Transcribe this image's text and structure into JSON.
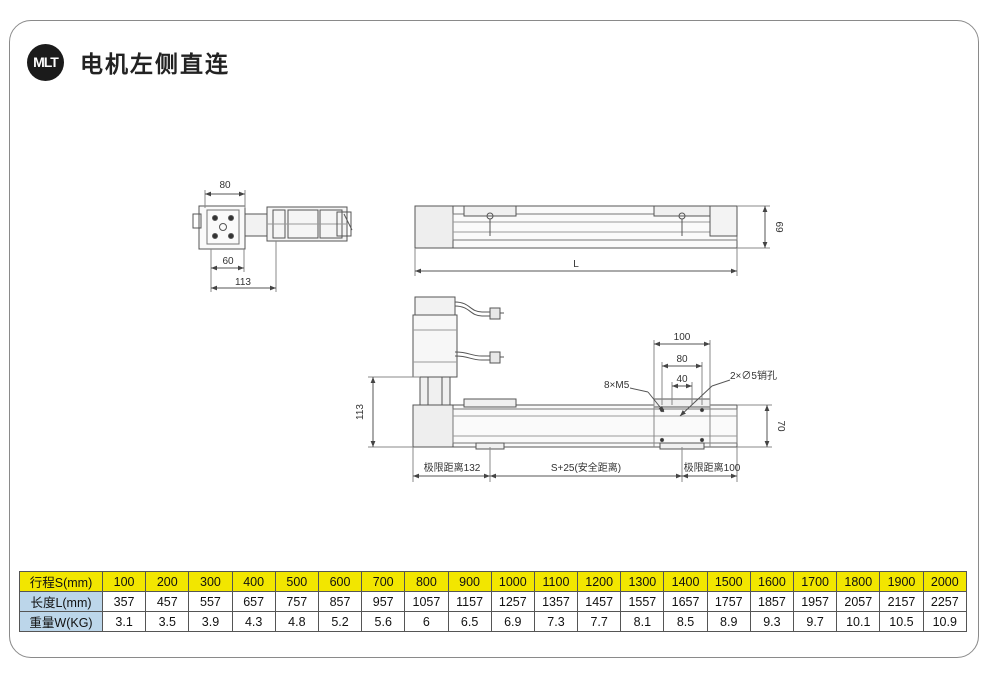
{
  "header": {
    "logo": "MLT",
    "title": "电机左侧直连"
  },
  "dims": {
    "d80_top": "80",
    "d60": "60",
    "d113_bottom": "113",
    "d69": "69",
    "dL": "L",
    "d100": "100",
    "d80_right": "80",
    "d40": "40",
    "holes_pin": "2×∅5销孔",
    "holes_m5": "8×M5",
    "d113_left": "113",
    "d70": "70",
    "limit_left": "极限距离132",
    "stroke_safe": "S+25(安全距离)",
    "limit_right": "极限距离100"
  },
  "table": {
    "headers": [
      "行程S(mm)",
      "长度L(mm)",
      "重量W(KG)"
    ],
    "stroke": [
      "100",
      "200",
      "300",
      "400",
      "500",
      "600",
      "700",
      "800",
      "900",
      "1000",
      "1100",
      "1200",
      "1300",
      "1400",
      "1500",
      "1600",
      "1700",
      "1800",
      "1900",
      "2000"
    ],
    "length": [
      "357",
      "457",
      "557",
      "657",
      "757",
      "857",
      "957",
      "1057",
      "1157",
      "1257",
      "1357",
      "1457",
      "1557",
      "1657",
      "1757",
      "1857",
      "1957",
      "2057",
      "2157",
      "2257"
    ],
    "weight": [
      "3.1",
      "3.5",
      "3.9",
      "4.3",
      "4.8",
      "5.2",
      "5.6",
      "6",
      "6.5",
      "6.9",
      "7.3",
      "7.7",
      "8.1",
      "8.5",
      "8.9",
      "9.3",
      "9.7",
      "10.1",
      "10.5",
      "10.9"
    ]
  },
  "colors": {
    "stroke_row": "#f2e600",
    "header_cell": "#bcd6ea"
  }
}
